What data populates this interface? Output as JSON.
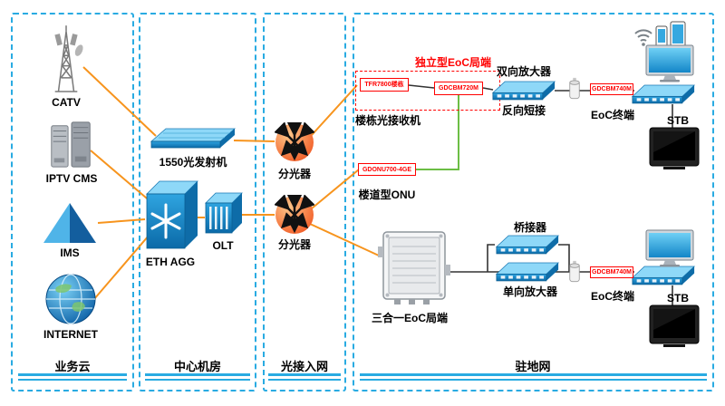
{
  "sections": [
    {
      "label": "业务云"
    },
    {
      "label": "中心机房"
    },
    {
      "label": "光接入网"
    },
    {
      "label": "驻地网"
    }
  ],
  "cloud": {
    "catv_label": "CATV",
    "iptv_label": "IPTV CMS",
    "ims_label": "IMS",
    "internet_label": "INTERNET"
  },
  "central_room": {
    "transmitter_label": "1550光发射机",
    "eth_agg_label": "ETH AGG",
    "olt_label": "OLT"
  },
  "optical_access": {
    "splitter_top_label": "分光器",
    "splitter_bottom_label": "分光器"
  },
  "premises": {
    "standalone_eoc_label": "独立型EoC局端",
    "tfr_model": "TFR7800楼栋",
    "eoc_headend_model": "GDCBM720M",
    "building_receiver_label": "楼栋光接收机",
    "bidir_amp_label": "双向放大器",
    "reverse_short_label": "反向短接",
    "eoc_terminal_model_top": "GDCBM740M",
    "eoc_terminal_label_top": "EoC终端",
    "stb_label_top": "STB",
    "onu_model": "GDONU700-4GE",
    "corridor_onu_label": "楼道型ONU",
    "three_in_one_label": "三合一EoC局端",
    "bridge_label": "桥接器",
    "unidir_amp_label": "单向放大器",
    "eoc_terminal_model_bottom": "GDCBM740M",
    "eoc_terminal_label_bottom": "EoC终端",
    "stb_label_bottom": "STB"
  },
  "colors": {
    "section_border": "#29ABE2",
    "wire_orange": "#F7941D",
    "wire_green": "#6CBE45",
    "wire_black": "#333333",
    "device_blue": "#1386C8",
    "highlight_red": "#FF0000"
  }
}
